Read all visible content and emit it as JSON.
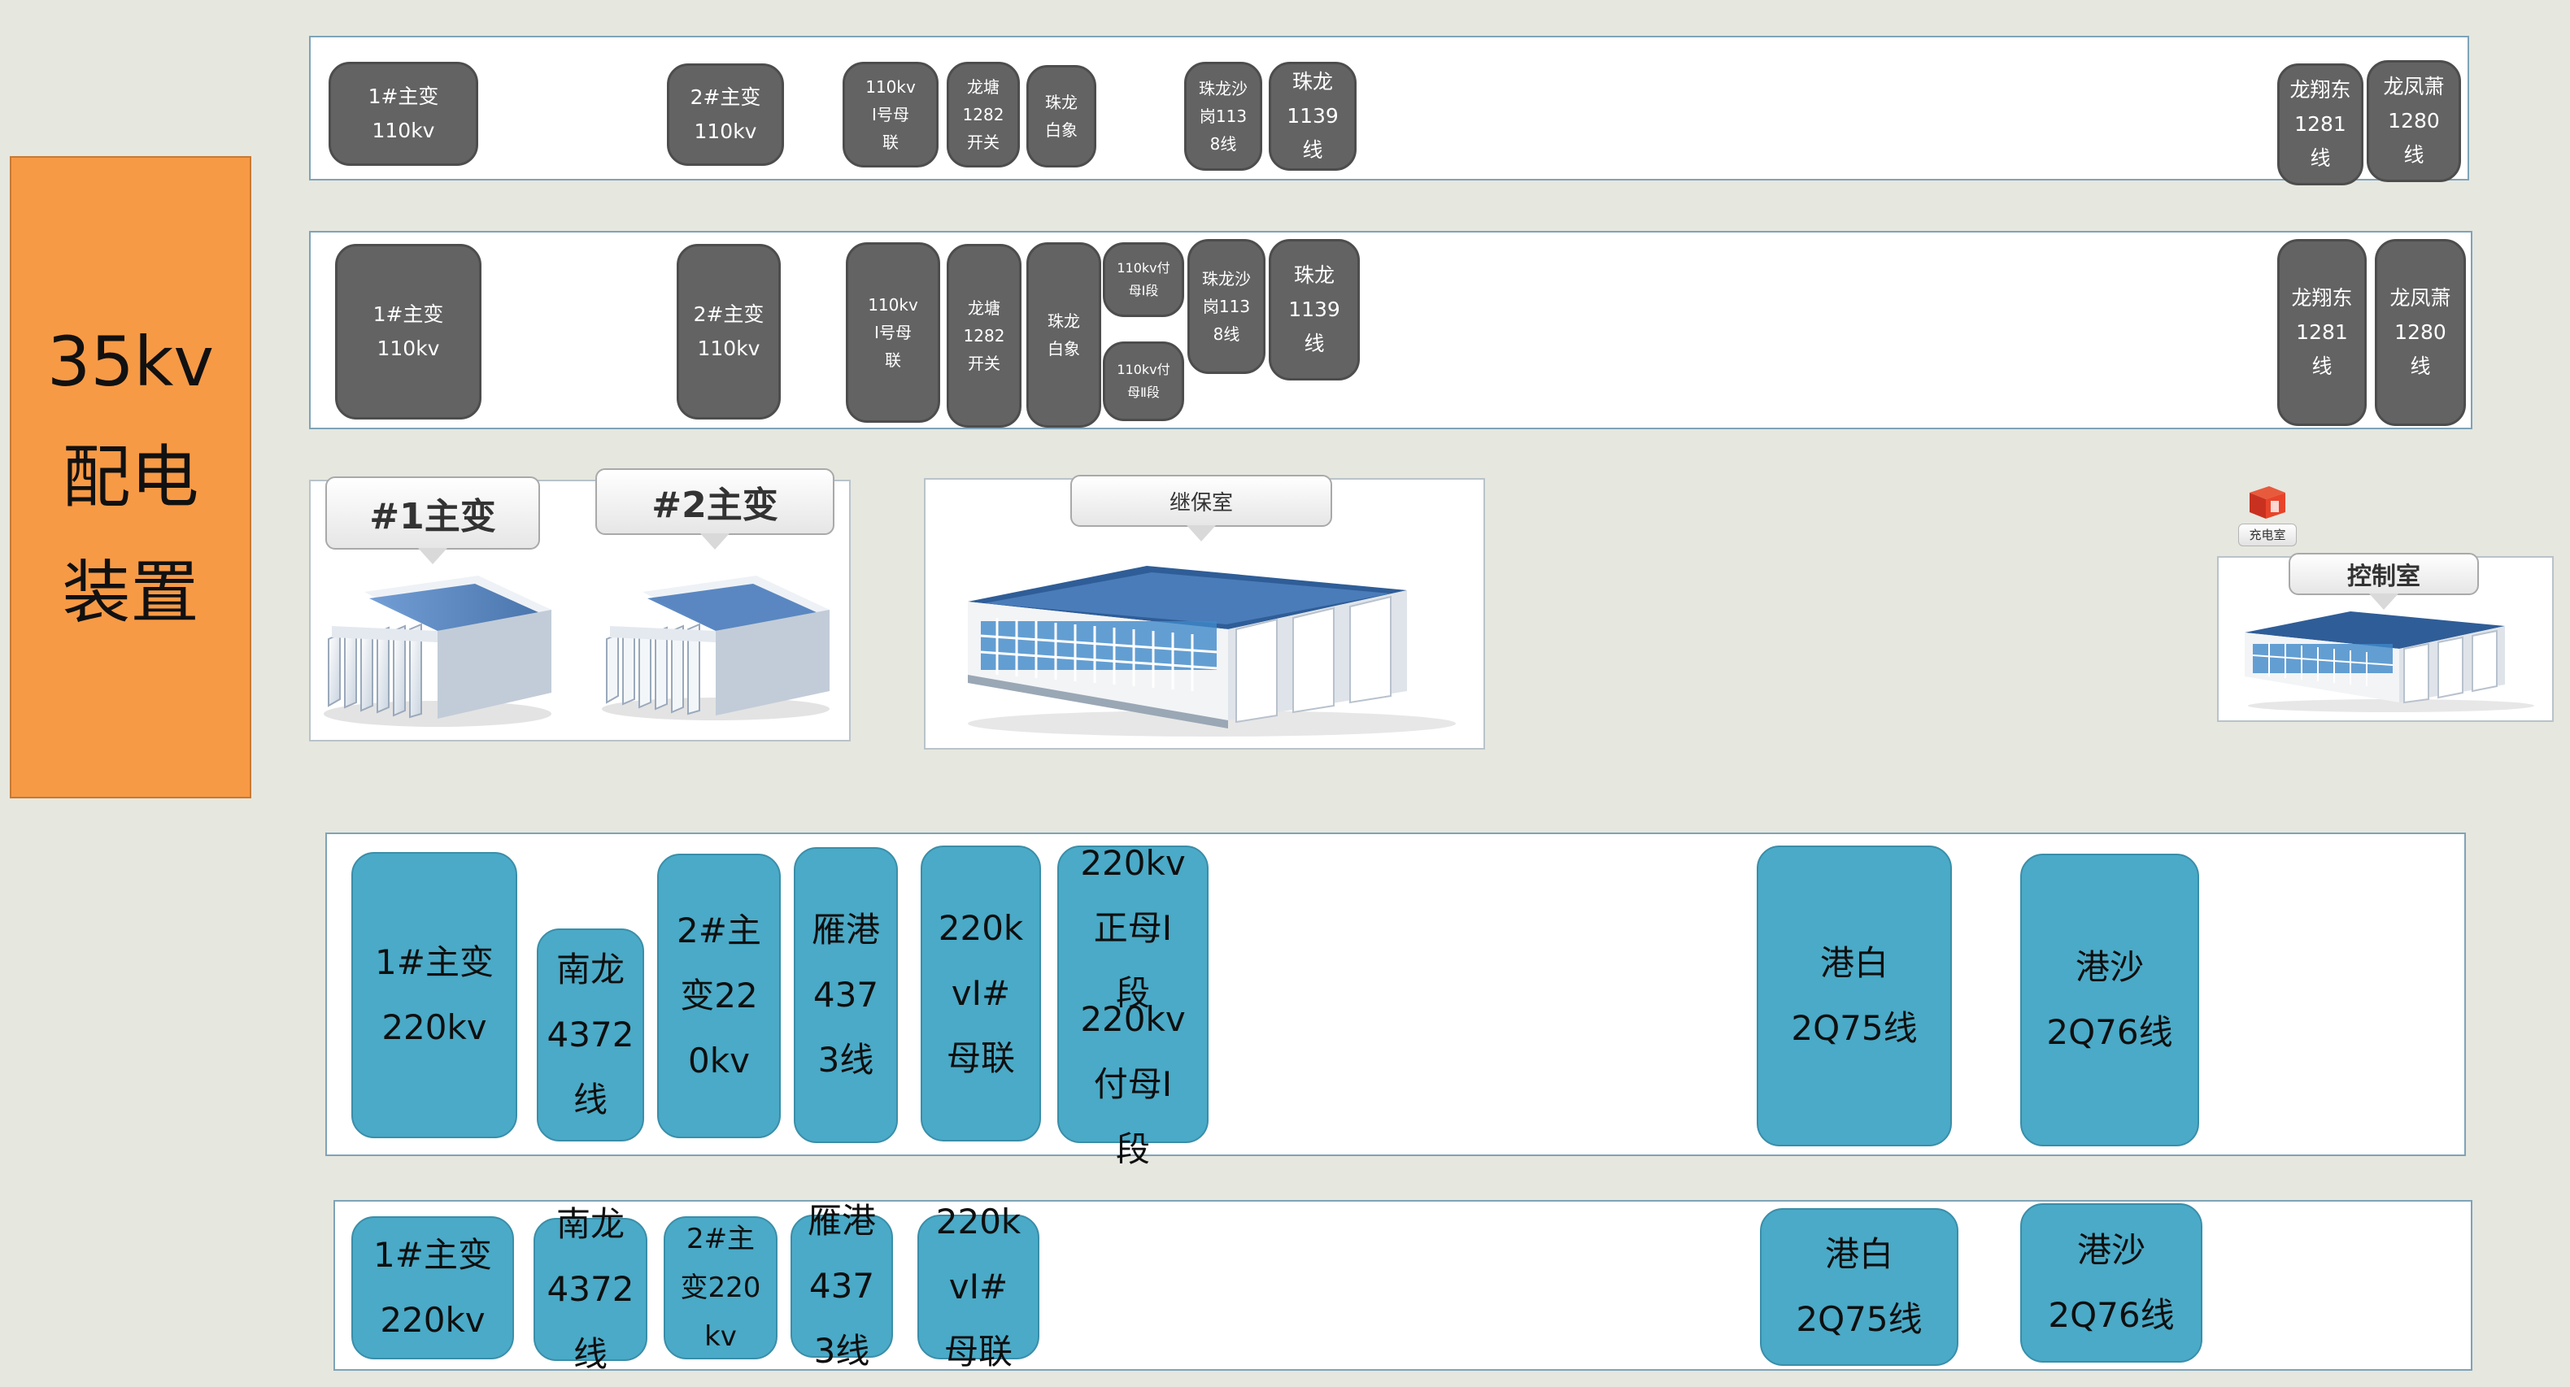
{
  "side_label": {
    "line1": "35kv",
    "line2": "配电",
    "line3": "装置"
  },
  "row1": [
    {
      "text": "1#主变\n110kv"
    },
    {
      "text": "2#主变\n110kv"
    },
    {
      "text": "110kv\nⅠ号母\n联"
    },
    {
      "text": "龙塘\n1282\n开关"
    },
    {
      "text": "珠龙\n白象"
    },
    {
      "text": "珠龙沙\n岗113\n8线"
    },
    {
      "text": "珠龙\n1139\n线"
    },
    {
      "text": "龙翔东\n1281\n线"
    },
    {
      "text": "龙凤萧\n1280\n线"
    }
  ],
  "row2": [
    {
      "text": "1#主变\n110kv"
    },
    {
      "text": "2#主变\n110kv"
    },
    {
      "text": "110kv\nⅠ号母\n联"
    },
    {
      "text": "龙塘\n1282\n开关"
    },
    {
      "text": "珠龙\n白象"
    },
    {
      "text": "110kv付\n母Ⅰ段"
    },
    {
      "text": "110kv付\n母Ⅱ段"
    },
    {
      "text": "珠龙沙\n岗113\n8线"
    },
    {
      "text": "珠龙\n1139\n线"
    },
    {
      "text": "龙翔东\n1281\n线"
    },
    {
      "text": "龙凤萧\n1280\n线"
    }
  ],
  "buildings": {
    "transformer1": "#1主变",
    "transformer2": "#2主变",
    "relay_room": "继保室",
    "charging_room": "充电室",
    "control_room": "控制室"
  },
  "row3": [
    {
      "text": "1#主变\n220kv"
    },
    {
      "text": "南龙\n4372\n线"
    },
    {
      "text": "2#主\n变22\n0kv"
    },
    {
      "text": "雁港\n437\n3线"
    },
    {
      "text": "220k\nvⅠ#\n母联"
    },
    {
      "text": "220kv\n正母Ⅰ\n段"
    },
    {
      "text": "220kv\n付母Ⅰ\n段"
    },
    {
      "text": "港白\n2Q75线"
    },
    {
      "text": "港沙\n2Q76线"
    }
  ],
  "row4": [
    {
      "text": "1#主变\n220kv"
    },
    {
      "text": "南龙\n4372\n线"
    },
    {
      "text": "2#主\n变220\nkv"
    },
    {
      "text": "雁港\n437\n3线"
    },
    {
      "text": "220k\nvⅠ#\n母联"
    },
    {
      "text": "港白\n2Q75线"
    },
    {
      "text": "港沙\n2Q76线"
    }
  ],
  "colors": {
    "background": "#e6e7df",
    "orange": "#f79a46",
    "gray_button": "#636363",
    "blue_button": "#4aaac7"
  }
}
